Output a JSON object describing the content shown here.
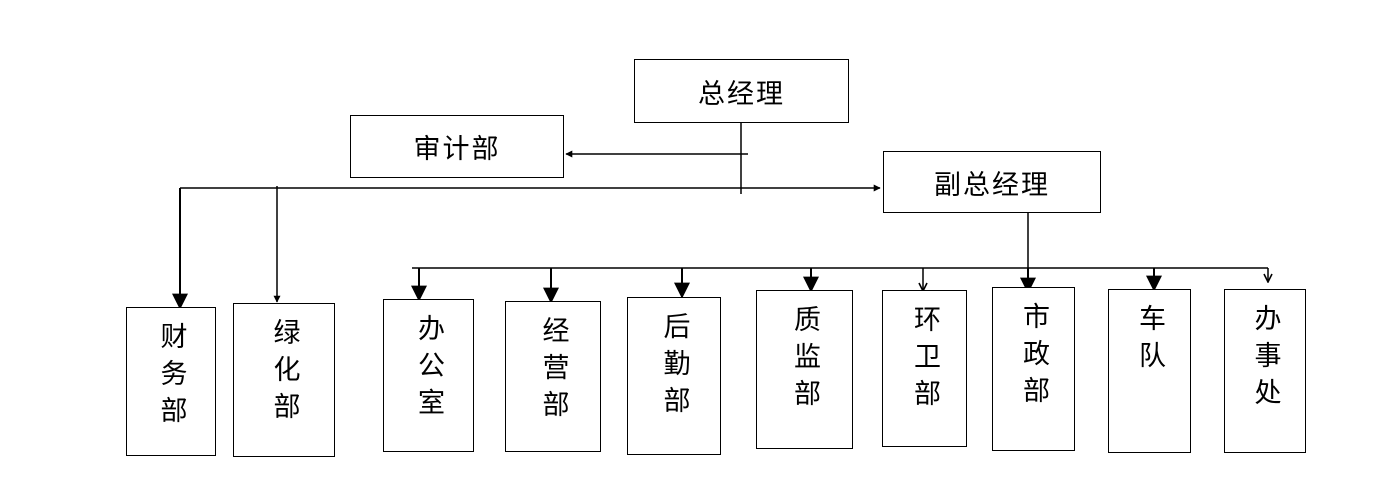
{
  "diagram": {
    "top": {
      "general_manager": "总经理"
    },
    "audit": "审计部",
    "deputy": "副总经理",
    "left_departments": [
      {
        "label": "财务部"
      },
      {
        "label": "绿化部"
      }
    ],
    "right_departments": [
      {
        "label": "办公室"
      },
      {
        "label": "经营部"
      },
      {
        "label": "后勤部"
      },
      {
        "label": "质监部"
      },
      {
        "label": "环卫部"
      },
      {
        "label": "市政部"
      },
      {
        "label": "车队"
      },
      {
        "label": "办事处"
      }
    ],
    "line_color": "#000000"
  }
}
